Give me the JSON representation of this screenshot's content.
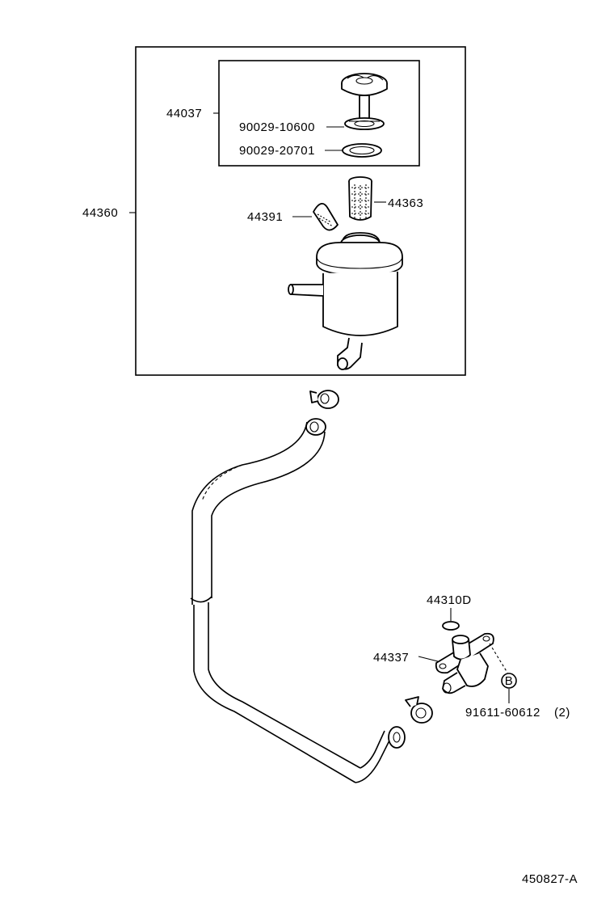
{
  "diagram": {
    "labels": {
      "assembly_44360": "44360",
      "cap_44037": "44037",
      "gasket_1": "90029-10600",
      "gasket_2": "90029-20701",
      "strainer_44363": "44363",
      "clamp_44391": "44391",
      "oring_44310D": "44310D",
      "union_44337": "44337",
      "bolt": "91611-60612",
      "bolt_qty": "(2)",
      "ref_marker": "B"
    },
    "figure_code": "450827-A"
  }
}
